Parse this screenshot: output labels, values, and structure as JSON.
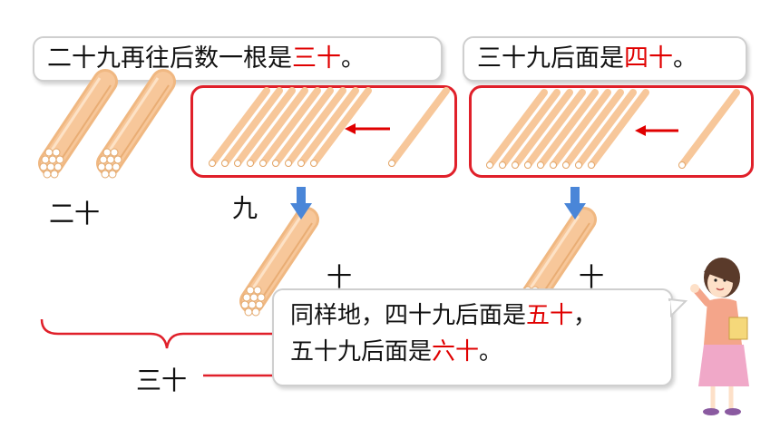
{
  "bubble_top_left": {
    "text": "二十九再往后数一根是",
    "highlight": "三十",
    "end": "。"
  },
  "bubble_top_right": {
    "text": "三十九后面是",
    "highlight": "四十",
    "end": "。"
  },
  "labels": {
    "twenty": "二十",
    "nine": "九",
    "ten_left": "十",
    "ten_right": "十",
    "thirty": "三十"
  },
  "bubble_bottom": {
    "line1_text": "同样地，四十九后面是",
    "line1_highlight": "五十",
    "line1_end": "，",
    "line2_text": "五十九后面是",
    "line2_highlight": "六十",
    "line2_end": "。"
  },
  "colors": {
    "stick": "#f7c79a",
    "frame": "#e0202a",
    "highlight": "#e00000",
    "arrow_down": "#4a86d8"
  }
}
